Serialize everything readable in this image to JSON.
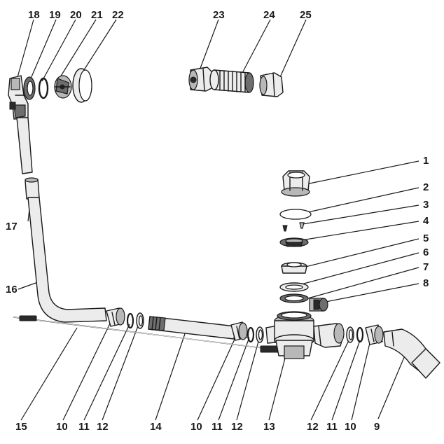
{
  "diagram": {
    "callouts": [
      {
        "id": "c1",
        "label": "1"
      },
      {
        "id": "c2",
        "label": "2"
      },
      {
        "id": "c3",
        "label": "3"
      },
      {
        "id": "c4",
        "label": "4"
      },
      {
        "id": "c5",
        "label": "5"
      },
      {
        "id": "c6",
        "label": "6"
      },
      {
        "id": "c7",
        "label": "7"
      },
      {
        "id": "c8",
        "label": "8"
      },
      {
        "id": "c9",
        "label": "9"
      },
      {
        "id": "c10a",
        "label": "10"
      },
      {
        "id": "c10b",
        "label": "10"
      },
      {
        "id": "c10c",
        "label": "10"
      },
      {
        "id": "c11a",
        "label": "11"
      },
      {
        "id": "c11b",
        "label": "11"
      },
      {
        "id": "c11c",
        "label": "11"
      },
      {
        "id": "c12a",
        "label": "12"
      },
      {
        "id": "c12b",
        "label": "12"
      },
      {
        "id": "c12c",
        "label": "12"
      },
      {
        "id": "c13",
        "label": "13"
      },
      {
        "id": "c14",
        "label": "14"
      },
      {
        "id": "c15",
        "label": "15"
      },
      {
        "id": "c16",
        "label": "16"
      },
      {
        "id": "c17",
        "label": "17"
      },
      {
        "id": "c18",
        "label": "18"
      },
      {
        "id": "c19",
        "label": "19"
      },
      {
        "id": "c20",
        "label": "20"
      },
      {
        "id": "c21",
        "label": "21"
      },
      {
        "id": "c22",
        "label": "22"
      },
      {
        "id": "c23",
        "label": "23"
      },
      {
        "id": "c24",
        "label": "24"
      },
      {
        "id": "c25",
        "label": "25"
      }
    ]
  }
}
